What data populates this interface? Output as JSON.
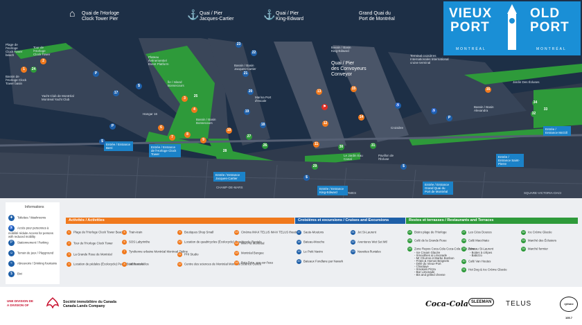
{
  "logo": {
    "line1": "VIEUX",
    "line2": "PORT",
    "line3": "OLD",
    "line4": "PORT",
    "city1": "MONTRÉAL",
    "city2": "MONTRÉAL"
  },
  "landmarks": {
    "clock_tower_pier": {
      "fr": "Quai de l'Horloge",
      "en": "Clock Tower Pier"
    },
    "jacques_cartier": {
      "fr": "Quai / Pier",
      "en": "Jacques-Cartier"
    },
    "king_edward": {
      "fr": "Quai / Pier",
      "en": "King-Edward"
    },
    "grand_quai": {
      "fr": "Grand Quai du",
      "en": "Port de Montréal"
    },
    "convoyeurs": {
      "fr": "Quai / Pier",
      "mid": "des Convoyeurs",
      "en": "Conveyor"
    }
  },
  "labels": {
    "plage": "Plage de l'Horloge Clock Tower beach",
    "tour": "Tour de l'Horloge Clock Tower",
    "bassin_horloge": "Bassin de l'Horloge Clock Tower basin",
    "yacht": "Yacht Club de Montréal Montreal Yacht Club",
    "ile": "Île / Island Bonsecours",
    "bassin_bonsecours": "Bassin / Basin Bonsecours",
    "bassin_jc": "Bassin / Basin Jacques-Cartier",
    "marina": "Marina Port d'escale",
    "bassin_ke": "Bassin / Basin King-Edward",
    "terminal": "Terminal croisières Internationales International cruise terminal",
    "jardin": "Jardin Des Écluses",
    "bassin_alexandra": "Bassin / Basin Alexandra",
    "hangar": "Hangar 16",
    "plateau": "Plateau événementiel Event Platform",
    "jardin_eau": "Le Jardin Eau Canal",
    "pavillon": "Pavillon de l'Écluse",
    "croisiere": "Croisière",
    "champ_de_mars": "CHAMP-DE-MARS",
    "place_armes": "PLACE D'ARMES",
    "square_victoria": "SQUARE-VICTORIA-OACI"
  },
  "entrances": {
    "berri": "Entrée / Entrance Berri",
    "clock_tower": "Entrée / Entrance de l'Horloge Clock Tower",
    "jacques_cartier": "Entrée / Entrance Jacques-Cartier",
    "king_edward": "Entrée / Entrance King-Edward",
    "grand_quai": "Entrée / Entrance Grand Quai du Port de Montréal",
    "saint_pierre": "Entrée / Entrance Saint-Pierre",
    "mcgill": "Entrée / Entrance McGill"
  },
  "legend": {
    "title": "Informations",
    "items": [
      {
        "sym": "WC",
        "text": "Toilettes / Washrooms"
      },
      {
        "sym": "♿",
        "text": "Accès pour personnes à mobilité réduite Access for persons with reduced mobility"
      },
      {
        "sym": "P",
        "text": "Stationnement / Parking"
      },
      {
        "sym": "☺",
        "text": "Terrain de jeux / Playground"
      },
      {
        "sym": "💧",
        "text": "Abreuvoirs / Drinking fountains"
      },
      {
        "sym": "$",
        "text": "Bixi"
      }
    ]
  },
  "activities": {
    "title": "Activités / Activities",
    "col1": [
      {
        "n": "1",
        "t": "Plage de l'Horloge Clock Tower Beach"
      },
      {
        "n": "2",
        "t": "Tour de l'Horloge Clock Tower"
      },
      {
        "n": "3",
        "t": "La Grande Roue de Montréal"
      },
      {
        "n": "4",
        "t": "Location de pédalos (Écolocycle) Pedal Boat Rentals"
      }
    ],
    "col2": [
      {
        "n": "5",
        "t": "Train-train"
      },
      {
        "n": "6",
        "t": "SOS Labyrinthe"
      },
      {
        "n": "7",
        "t": "Tyrolienne urbaine Montréal Montreal Zipline"
      },
      {
        "n": "8",
        "t": "Vélos en Vélos"
      }
    ],
    "col3": [
      {
        "n": "9",
        "t": "Boutiques Shop Small"
      },
      {
        "n": "10",
        "t": "Location de quadricycles (Écolocycle) Quadricycle Rentals"
      },
      {
        "n": "11",
        "t": "PHI Studio"
      },
      {
        "n": "12",
        "t": "Centre des sciences de Montréal Montréal Science Centre"
      }
    ],
    "col4": [
      {
        "n": "13",
        "t": "Cinéma IMAX TELUS IMAX TELUS theatre"
      },
      {
        "n": "14",
        "t": "Mini Put Montréal"
      },
      {
        "n": "15",
        "t": "Montréal Bungee"
      },
      {
        "n": "16",
        "t": "Bota Bota, spa-sur-l'eau"
      }
    ]
  },
  "cruises": {
    "title": "Croisières et excursions / Cruises and Excursions",
    "col1": [
      {
        "n": "17",
        "t": "Saute-Moutons"
      },
      {
        "n": "18",
        "t": "Bateau-Mouche"
      },
      {
        "n": "19",
        "t": "Le Petit Navire"
      },
      {
        "n": "20",
        "t": "Bateaux Fondlane par Navark"
      }
    ],
    "col2": [
      {
        "n": "21",
        "t": "Jet St-Laurent"
      },
      {
        "n": "22",
        "t": "Aventures Wet Set Mtl"
      },
      {
        "n": "23",
        "t": "Navettes fluviales"
      }
    ]
  },
  "restos": {
    "title": "Restos et terrasses / Restaurants and Terraces",
    "col1": [
      {
        "n": "24",
        "t": "Bistro plage de l'Horloge"
      },
      {
        "n": "25",
        "t": "Café de la Grande Roue"
      },
      {
        "n": "26",
        "t": "Zone Repos Coca-Cola Coca-Cola Rest Zone"
      },
      {
        "n": "",
        "t": "- Ice Cream Glacée"
      },
      {
        "n": "",
        "t": "- Smoothies & Limonade"
      },
      {
        "n": "",
        "t": "- Mr Churros et Barbe Bonbon"
      },
      {
        "n": "",
        "t": "- Frites & Homos Beignets"
      },
      {
        "n": "",
        "t": "- Délé du Vieux-Port"
      },
      {
        "n": "",
        "t": "- Chanlaye"
      },
      {
        "n": "",
        "t": "- Smokies Pizza"
      },
      {
        "n": "",
        "t": "- Bar Limonade"
      },
      {
        "n": "",
        "t": "- Bis and grilled cheese"
      }
    ],
    "col2": [
      {
        "n": "27",
        "t": "Les Cèss Douces"
      },
      {
        "n": "28",
        "t": "Café Macchiato"
      },
      {
        "n": "29",
        "t": "Réseau St-Laurent"
      },
      {
        "n": "",
        "t": "- Boites à crêpes"
      },
      {
        "n": "",
        "t": "- Babizzo"
      },
      {
        "n": "30",
        "t": "Café Van Houtes"
      },
      {
        "n": "31",
        "t": "Hot Dog & Ice Crème Glacée"
      }
    ],
    "col3": [
      {
        "n": "32",
        "t": "Ice Crème Glacée"
      },
      {
        "n": "33",
        "t": "Marché des Éclusiers"
      },
      {
        "n": "34",
        "t": "Marché fermier"
      }
    ]
  },
  "footer": {
    "division1": "UNE DIVISION DE",
    "division2": "A DIVISION OF",
    "company_fr": "Société immobilière du Canada",
    "company_en": "Canada Lands Company",
    "sponsor1": "Coca-Cola",
    "sponsor2": "SLEEMAN",
    "sponsor3": "TELUS",
    "sponsor4": "rythme 105.7"
  },
  "colors": {
    "map_bg": "#2f3a4c",
    "green": "#2e9a3a",
    "orange": "#f0791d",
    "blue": "#1e5fa8",
    "water": "#1d2f46",
    "logo": "#1a8fd6"
  }
}
